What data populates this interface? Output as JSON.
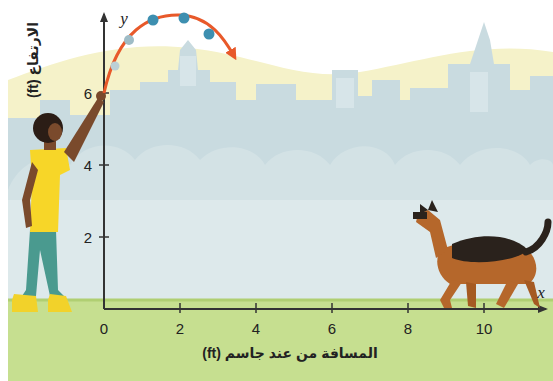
{
  "diagram": {
    "labels": [
      "الارتفاع (ft)",
      "y",
      "6",
      "4",
      "2",
      "x",
      "0",
      "2",
      "4",
      "6",
      "8",
      "10",
      "المسافة من عند جاسم (ft)"
    ]
  }
}
